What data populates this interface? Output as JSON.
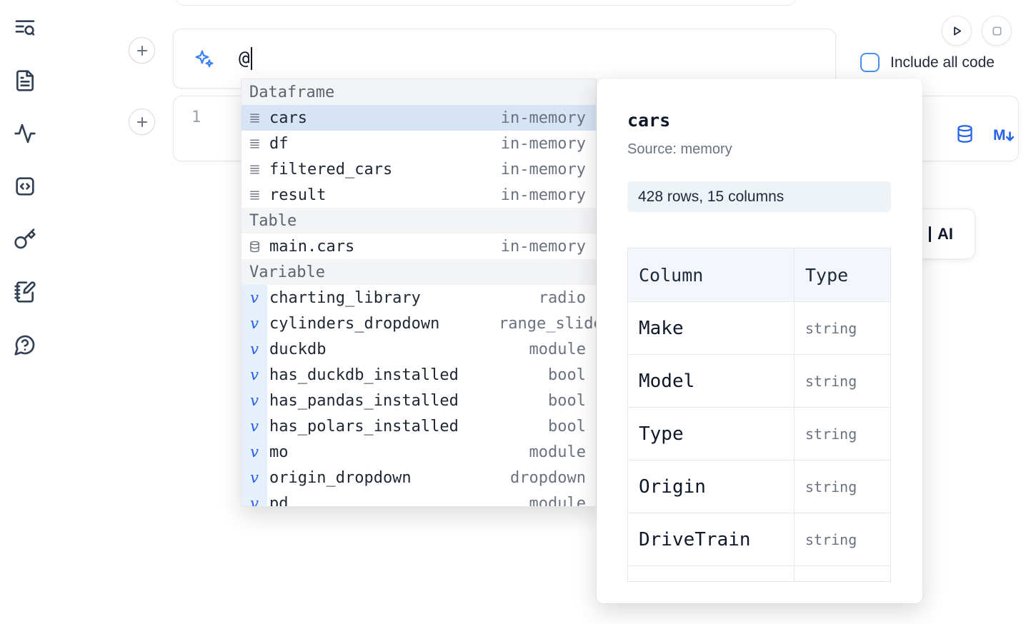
{
  "sidebar": {
    "icons": [
      {
        "name": "search-list-icon"
      },
      {
        "name": "file-document-icon"
      },
      {
        "name": "activity-icon"
      },
      {
        "name": "code-snippets-icon"
      },
      {
        "name": "key-icon"
      },
      {
        "name": "scratchpad-icon"
      },
      {
        "name": "help-chat-icon"
      }
    ]
  },
  "prompt": {
    "value": "@"
  },
  "options": {
    "include_all_code": "Include all code"
  },
  "cell": {
    "line_number": "1",
    "action_icons": [
      "database-icon",
      "markdown-icon"
    ]
  },
  "ai_button": {
    "label": "AI"
  },
  "colors": {
    "accent_blue": "#2563eb",
    "sparkle_blue": "#3b82f6",
    "selected_row": "#d6e4f5",
    "section_header_bg": "#f3f4f6",
    "badge_bg": "#eef3f8"
  },
  "autocomplete": {
    "sections": [
      {
        "label": "Dataframe",
        "items": [
          {
            "name": "cars",
            "type": "in-memory",
            "icon": "dataframe",
            "selected": true
          },
          {
            "name": "df",
            "type": "in-memory",
            "icon": "dataframe",
            "selected": false
          },
          {
            "name": "filtered_cars",
            "type": "in-memory",
            "icon": "dataframe",
            "selected": false
          },
          {
            "name": "result",
            "type": "in-memory",
            "icon": "dataframe",
            "selected": false
          }
        ]
      },
      {
        "label": "Table",
        "items": [
          {
            "name": "main.cars",
            "type": "in-memory",
            "icon": "table",
            "selected": false
          }
        ]
      },
      {
        "label": "Variable",
        "items": [
          {
            "name": "charting_library",
            "type": "radio",
            "icon": "variable",
            "selected": false
          },
          {
            "name": "cylinders_dropdown",
            "type": "range_slider",
            "icon": "variable",
            "selected": false
          },
          {
            "name": "duckdb",
            "type": "module",
            "icon": "variable",
            "selected": false
          },
          {
            "name": "has_duckdb_installed",
            "type": "bool",
            "icon": "variable",
            "selected": false
          },
          {
            "name": "has_pandas_installed",
            "type": "bool",
            "icon": "variable",
            "selected": false
          },
          {
            "name": "has_polars_installed",
            "type": "bool",
            "icon": "variable",
            "selected": false
          },
          {
            "name": "mo",
            "type": "module",
            "icon": "variable",
            "selected": false
          },
          {
            "name": "origin_dropdown",
            "type": "dropdown",
            "icon": "variable",
            "selected": false
          },
          {
            "name": "pd",
            "type": "module",
            "icon": "variable",
            "selected": false
          }
        ]
      }
    ]
  },
  "detail_panel": {
    "title": "cars",
    "source": "Source: memory",
    "shape": "428 rows, 15 columns",
    "table": {
      "headers": [
        "Column",
        "Type"
      ],
      "rows": [
        [
          "Make",
          "string"
        ],
        [
          "Model",
          "string"
        ],
        [
          "Type",
          "string"
        ],
        [
          "Origin",
          "string"
        ],
        [
          "DriveTrain",
          "string"
        ]
      ]
    }
  }
}
